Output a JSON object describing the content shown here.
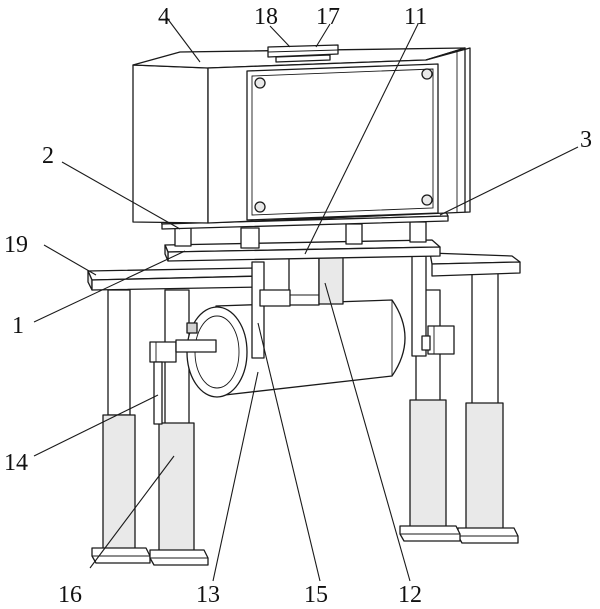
{
  "labels": {
    "l1": "1",
    "l2": "2",
    "l3": "3",
    "l4": "4",
    "l11": "11",
    "l12": "12",
    "l13": "13",
    "l14": "14",
    "l15": "15",
    "l16": "16",
    "l17": "17",
    "l18": "18",
    "l19": "19"
  }
}
